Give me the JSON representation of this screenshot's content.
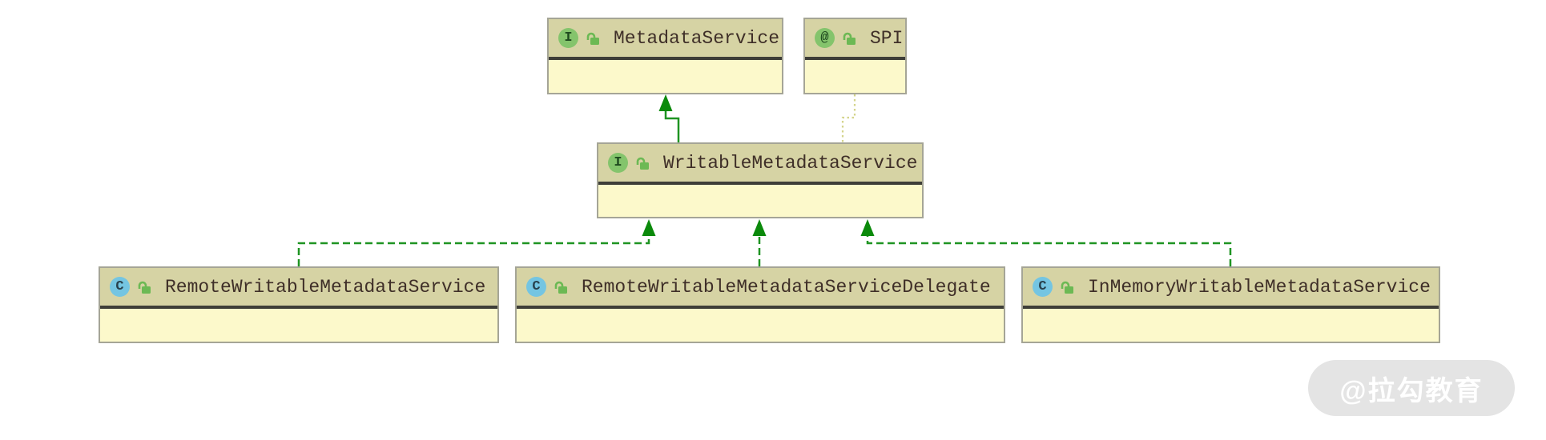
{
  "diagram": {
    "background": "#ffffff",
    "colors": {
      "node_header_bg": "#d6d3a4",
      "node_body_bg": "#fcf9cb",
      "node_border": "#a5a596",
      "header_divider": "#3e3e38",
      "title_text": "#3f2f28",
      "interface_badge_bg": "#84c46c",
      "class_badge_bg": "#74c5e2",
      "badge_glyph_green": "#1f4a1f",
      "badge_glyph_blue": "#28414d",
      "lock_icon": "#6cb954",
      "edge_green": "#1f9422",
      "arrowhead_green": "#0b8a0b",
      "annotation_edge_dotted": "#d4d48c",
      "watermark_bg": "#e4e4e4",
      "watermark_text": "#ffffff"
    },
    "nodes": [
      {
        "title": "MetadataService",
        "kind": "interface",
        "badge": "I"
      },
      {
        "title": "SPI",
        "kind": "annotation",
        "badge": "@"
      },
      {
        "title": "WritableMetadataService",
        "kind": "interface",
        "badge": "I"
      },
      {
        "title": "RemoteWritableMetadataService",
        "kind": "class",
        "badge": "C"
      },
      {
        "title": "RemoteWritableMetadataServiceDelegate",
        "kind": "class",
        "badge": "C"
      },
      {
        "title": "InMemoryWritableMetadataService",
        "kind": "class",
        "badge": "C"
      }
    ],
    "edges": [
      {
        "from": "WritableMetadataService",
        "to": "MetadataService",
        "type": "extends",
        "style": "solid-green-arrow"
      },
      {
        "from": "WritableMetadataService",
        "to": "SPI",
        "type": "annotated-by",
        "style": "dotted-olive"
      },
      {
        "from": "RemoteWritableMetadataService",
        "to": "WritableMetadataService",
        "type": "implements",
        "style": "dashed-green-arrow"
      },
      {
        "from": "RemoteWritableMetadataServiceDelegate",
        "to": "WritableMetadataService",
        "type": "implements",
        "style": "dashed-green-arrow"
      },
      {
        "from": "InMemoryWritableMetadataService",
        "to": "WritableMetadataService",
        "type": "implements",
        "style": "dashed-green-arrow"
      }
    ]
  },
  "watermark": {
    "text": "@拉勾教育"
  }
}
